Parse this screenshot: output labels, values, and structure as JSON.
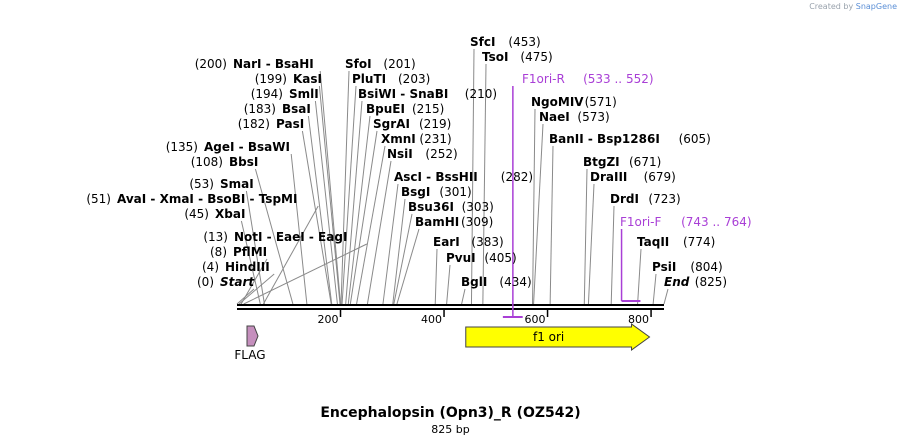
{
  "credit": {
    "prefix": "Created by",
    "brand": "SnapGene"
  },
  "map": {
    "title": "Encephalopsin (Opn3)_R (OZ542)",
    "subtitle": "825 bp",
    "length": 825,
    "ruler_ticks": [
      "200",
      "400",
      "600",
      "800"
    ],
    "enzymes": [
      {
        "names": [
          "SfcI"
        ],
        "pos": "453",
        "site": 453
      },
      {
        "names": [
          "TsoI"
        ],
        "pos": "475",
        "site": 475
      },
      {
        "names": [
          "NarI",
          "BsaHI"
        ],
        "pos": "200",
        "pos_left": true,
        "site": 200
      },
      {
        "names": [
          "SfoI"
        ],
        "pos": "201",
        "site": 201
      },
      {
        "names": [
          "KasI"
        ],
        "pos": "199",
        "pos_left": true,
        "site": 199
      },
      {
        "names": [
          "PluTI"
        ],
        "pos": "203",
        "site": 203
      },
      {
        "names": [
          "SmlI"
        ],
        "pos": "194",
        "pos_left": true,
        "site": 194
      },
      {
        "names": [
          "BsiWI",
          "SnaBI"
        ],
        "pos": "210",
        "site": 210
      },
      {
        "names": [
          "BsaI"
        ],
        "pos": "183",
        "pos_left": true,
        "site": 183
      },
      {
        "names": [
          "BpuEI"
        ],
        "pos": "215",
        "site": 215
      },
      {
        "names": [
          "NgoMIV"
        ],
        "pos": "571",
        "site": 571
      },
      {
        "names": [
          "PasI"
        ],
        "pos": "182",
        "pos_left": true,
        "site": 182
      },
      {
        "names": [
          "SgrAI"
        ],
        "pos": "219",
        "site": 219
      },
      {
        "names": [
          "NaeI"
        ],
        "pos": "573",
        "site": 573
      },
      {
        "names": [
          "XmnI"
        ],
        "pos": "231",
        "site": 231
      },
      {
        "names": [
          "BanII",
          "Bsp1286I"
        ],
        "pos": "605",
        "site": 605
      },
      {
        "names": [
          "AgeI",
          "BsaWI"
        ],
        "pos": "135",
        "pos_left": true,
        "site": 135
      },
      {
        "names": [
          "NsiI"
        ],
        "pos": "252",
        "site": 252
      },
      {
        "names": [
          "BbsI"
        ],
        "pos": "108",
        "pos_left": true,
        "site": 108
      },
      {
        "names": [
          "BtgZI"
        ],
        "pos": "671",
        "site": 671
      },
      {
        "names": [
          "AscI",
          "BssHII"
        ],
        "pos": "282",
        "site": 282
      },
      {
        "names": [
          "DraIII"
        ],
        "pos": "679",
        "site": 679
      },
      {
        "names": [
          "SmaI"
        ],
        "pos": "53",
        "pos_left": true,
        "site": 53
      },
      {
        "names": [
          "BsgI"
        ],
        "pos": "301",
        "site": 301
      },
      {
        "names": [
          "AvaI",
          "XmaI",
          "BsoBI",
          "TspMI"
        ],
        "pos": "51",
        "pos_left": true,
        "site": 51
      },
      {
        "names": [
          "DrdI"
        ],
        "pos": "723",
        "site": 723
      },
      {
        "names": [
          "Bsu36I"
        ],
        "pos": "303",
        "site": 303
      },
      {
        "names": [
          "XbaI"
        ],
        "pos": "45",
        "pos_left": true,
        "site": 45
      },
      {
        "names": [
          "BamHI"
        ],
        "pos": "309",
        "site": 309
      },
      {
        "names": [
          "NotI",
          "EaeI",
          "EagI"
        ],
        "pos": "13",
        "pos_left": true,
        "site": 13
      },
      {
        "names": [
          "EarI"
        ],
        "pos": "383",
        "site": 383
      },
      {
        "names": [
          "TaqII"
        ],
        "pos": "774",
        "site": 774
      },
      {
        "names": [
          "PflMI"
        ],
        "pos": "8",
        "pos_left": true,
        "site": 8
      },
      {
        "names": [
          "PvuI"
        ],
        "pos": "405",
        "site": 405
      },
      {
        "names": [
          "HindIII"
        ],
        "pos": "4",
        "pos_left": true,
        "site": 4
      },
      {
        "names": [
          "PsiI"
        ],
        "pos": "804",
        "site": 804
      },
      {
        "names": [
          "BglI"
        ],
        "pos": "434",
        "site": 434
      },
      {
        "names": [
          "Start"
        ],
        "pos": "0",
        "pos_left": true,
        "italic": true,
        "site": 0
      },
      {
        "names": [
          "End"
        ],
        "pos": "825",
        "italic": true,
        "site": 825
      }
    ],
    "primers": [
      {
        "name": "F1ori-R",
        "range": "533 .. 552",
        "start": 533,
        "end": 552,
        "direction": "reverse"
      },
      {
        "name": "F1ori-F",
        "range": "743 .. 764",
        "start": 743,
        "end": 764,
        "direction": "forward"
      }
    ],
    "features": [
      {
        "name": "FLAG",
        "start": 1,
        "end": 24,
        "color": "#c58fbd",
        "label_below": true
      },
      {
        "name": "f1 ori",
        "start": 442,
        "end": 797,
        "color": "#ffff00",
        "label_inside": true
      }
    ],
    "colors": {
      "backbone": "#000000",
      "primer": "#a93fd6",
      "line": "#8a8a8a"
    }
  }
}
